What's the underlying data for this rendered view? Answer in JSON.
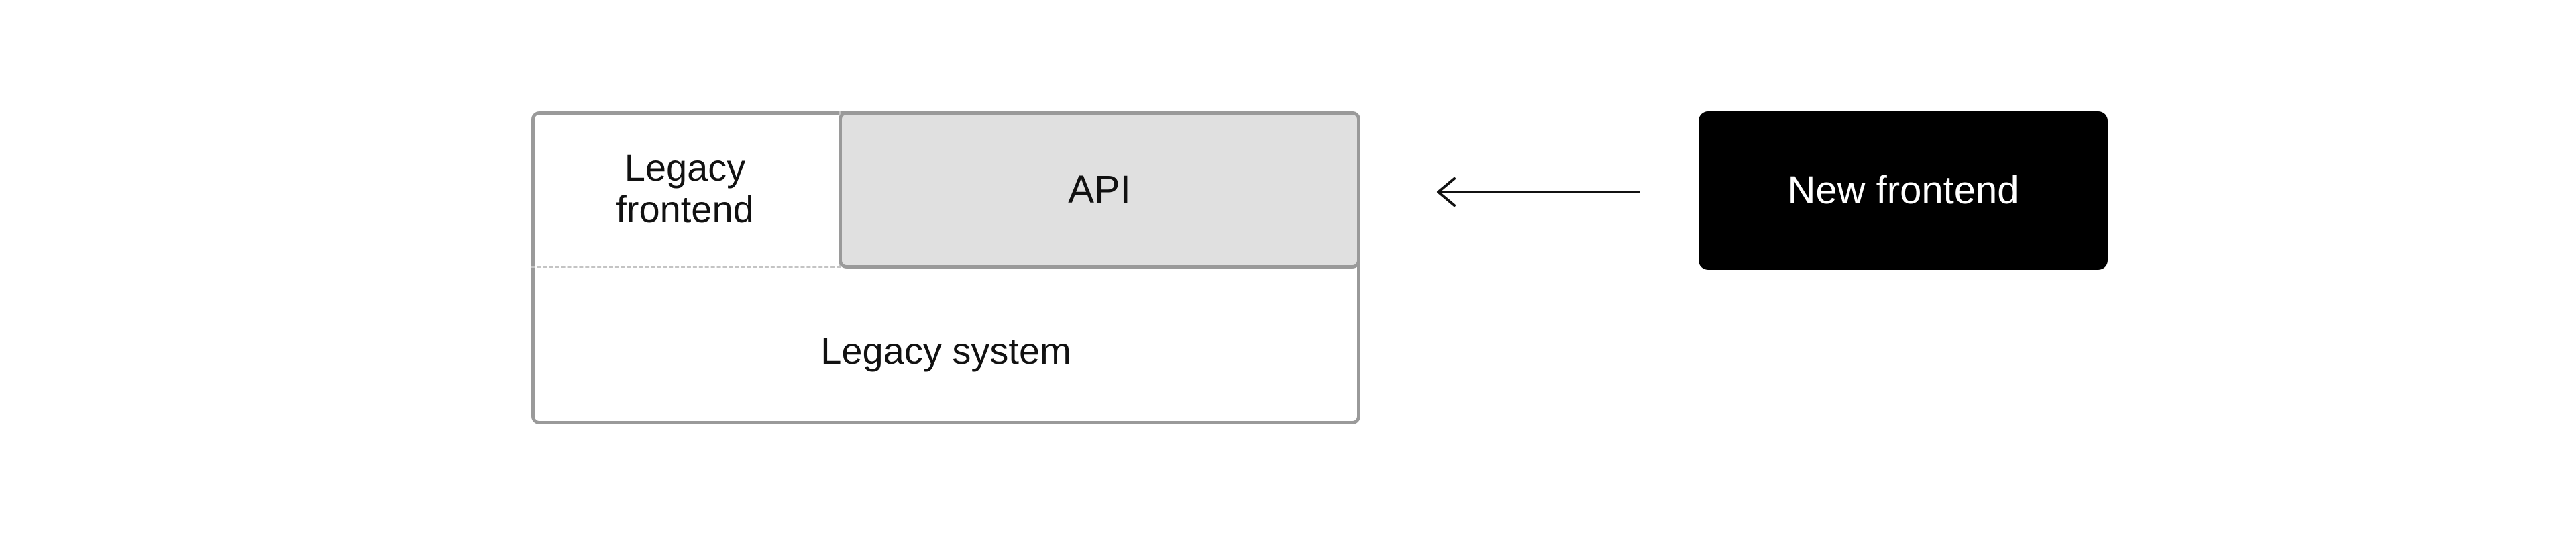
{
  "diagram": {
    "legacy_system": {
      "label": "Legacy system"
    },
    "legacy_frontend": {
      "label_lines": [
        "Legacy",
        "frontend"
      ]
    },
    "api": {
      "label": "API"
    },
    "new_frontend": {
      "label": "New frontend"
    },
    "arrow": {
      "direction": "left"
    }
  },
  "colors": {
    "border_gray": "#9a9a9a",
    "dashed_gray": "#c4c4c4",
    "api_fill": "#e0e0e0",
    "new_frontend_fill": "#000000",
    "new_frontend_text": "#ffffff",
    "arrow": "#111111"
  }
}
